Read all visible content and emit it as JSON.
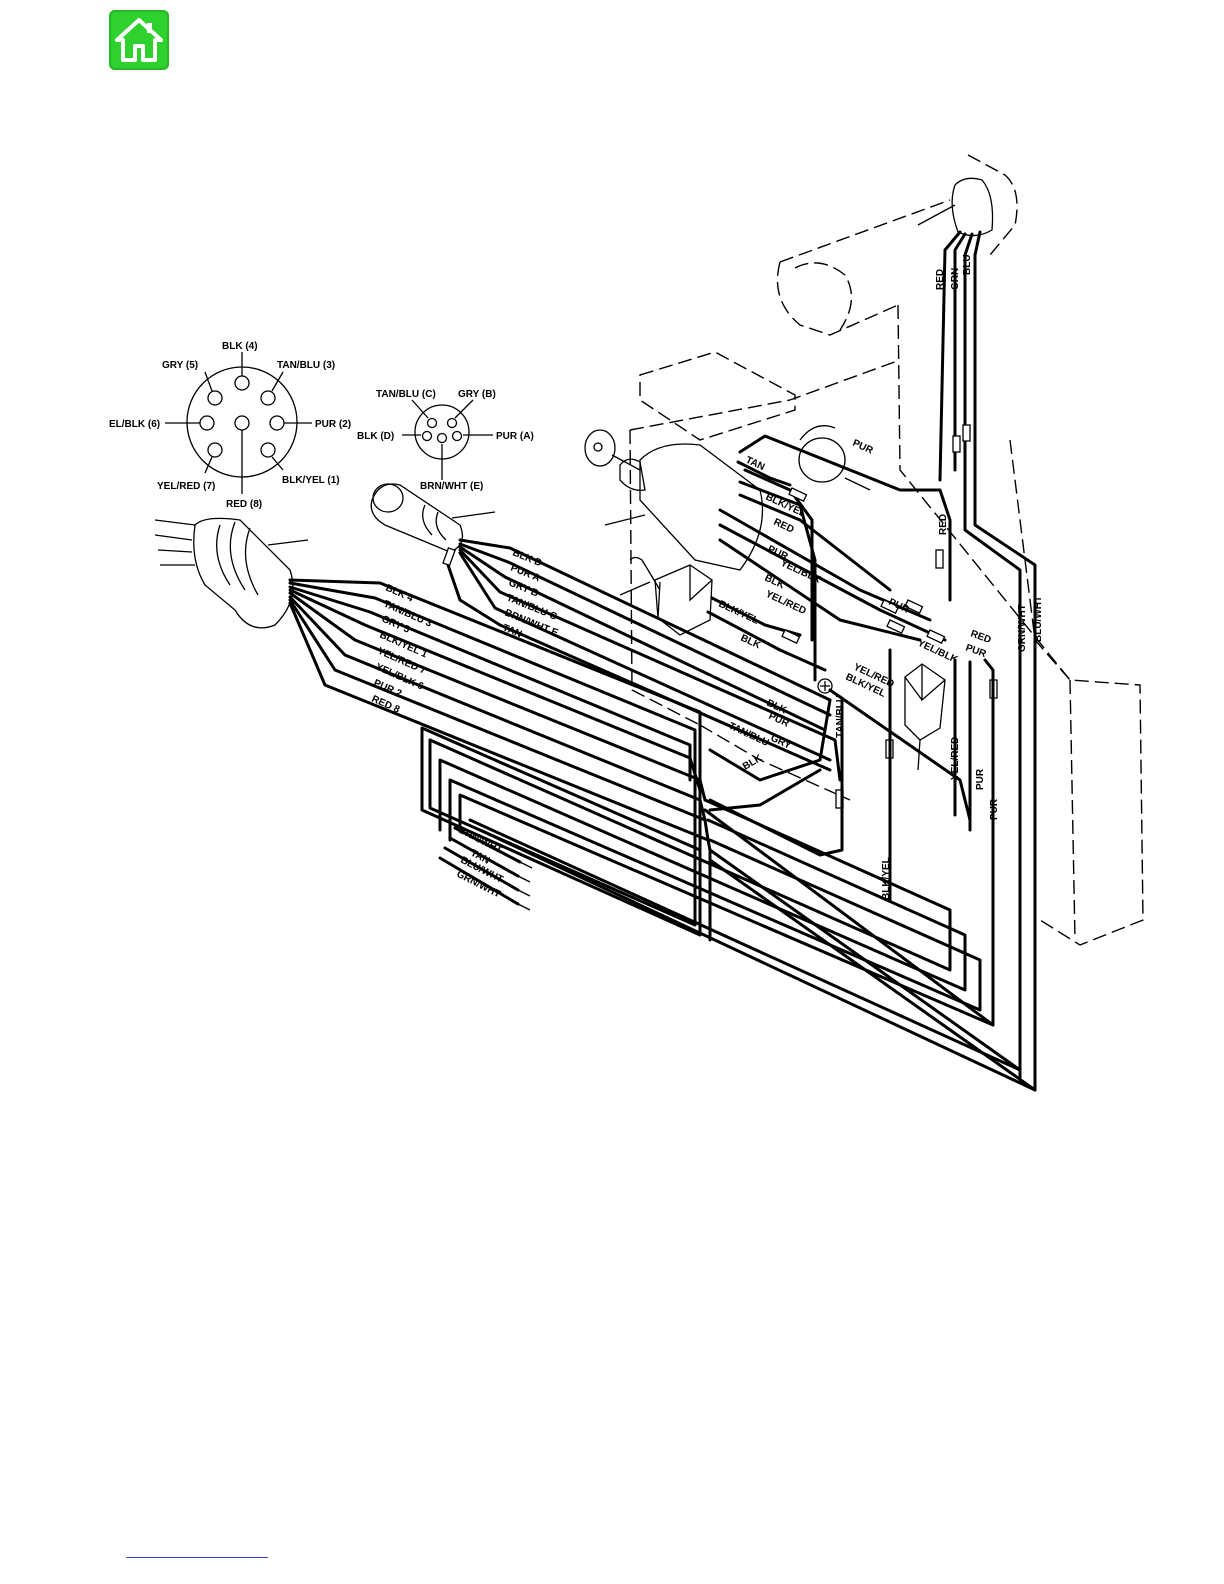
{
  "nav": {
    "home_icon": "home-icon",
    "accent": "#2fd12f"
  },
  "connector8": {
    "pins": {
      "p4": "BLK (4)",
      "p5": "GRY (5)",
      "p3": "TAN/BLU (3)",
      "p6": "EL/BLK (6)",
      "p2": "PUR (2)",
      "p7": "YEL/RED (7)",
      "p8": "RED (8)",
      "p1": "BLK/YEL (1)"
    }
  },
  "connector5": {
    "pins": {
      "C": "TAN/BLU (C)",
      "B": "GRY (B)",
      "D": "BLK (D)",
      "A": "PUR (A)",
      "E": "BRN/WHT (E)"
    }
  },
  "harness8": [
    "BLK 4",
    "TAN/BLU 3",
    "GRY 5",
    "BLK/YEL 1",
    "YEL/RED 7",
    "YEL/BLK 6",
    "PUR 2",
    "RED 8"
  ],
  "harness5": [
    "BLK D",
    "PUR A",
    "GRY B",
    "TAN/BLU C",
    "BRN/WHT E",
    "TAN"
  ],
  "key_switch_wires": [
    "BLK/YEL",
    "RED",
    "PUR",
    "YEL/BLK",
    "BLK",
    "YEL/RED"
  ],
  "toggle_wires": [
    "BLK/YEL",
    "BLK"
  ],
  "trailing_wires": [
    "BRN/WHT",
    "TAN",
    "BLU/WHT",
    "GRN/WHT"
  ],
  "handle_wires": [
    "RED",
    "GRN",
    "BLU"
  ],
  "misc_labels": {
    "tan_top": "TAN",
    "pur_top": "PUR",
    "red_mid": "RED",
    "pur_mid": "PUR",
    "red_right": "RED",
    "pur_right": "PUR",
    "yelblk_right": "YEL/BLK",
    "yelred_c": "YEL/RED",
    "blkyel_c": "BLK/YEL",
    "blk_lower": "BLK",
    "pur_lower": "PUR",
    "tanblu_lower": "TAN/BLU",
    "gry_lower": "GRY",
    "blk_low2": "BLK",
    "tanblu_vert": "TAN/BLU",
    "yelred_vert": "YEL/RED",
    "pur_v1": "PUR",
    "pur_v2": "PUR",
    "blkyel_vert": "BLK/YEL",
    "grnwht_vert": "GRN/WHT",
    "bluwht_vert": "BLU/WHT"
  }
}
